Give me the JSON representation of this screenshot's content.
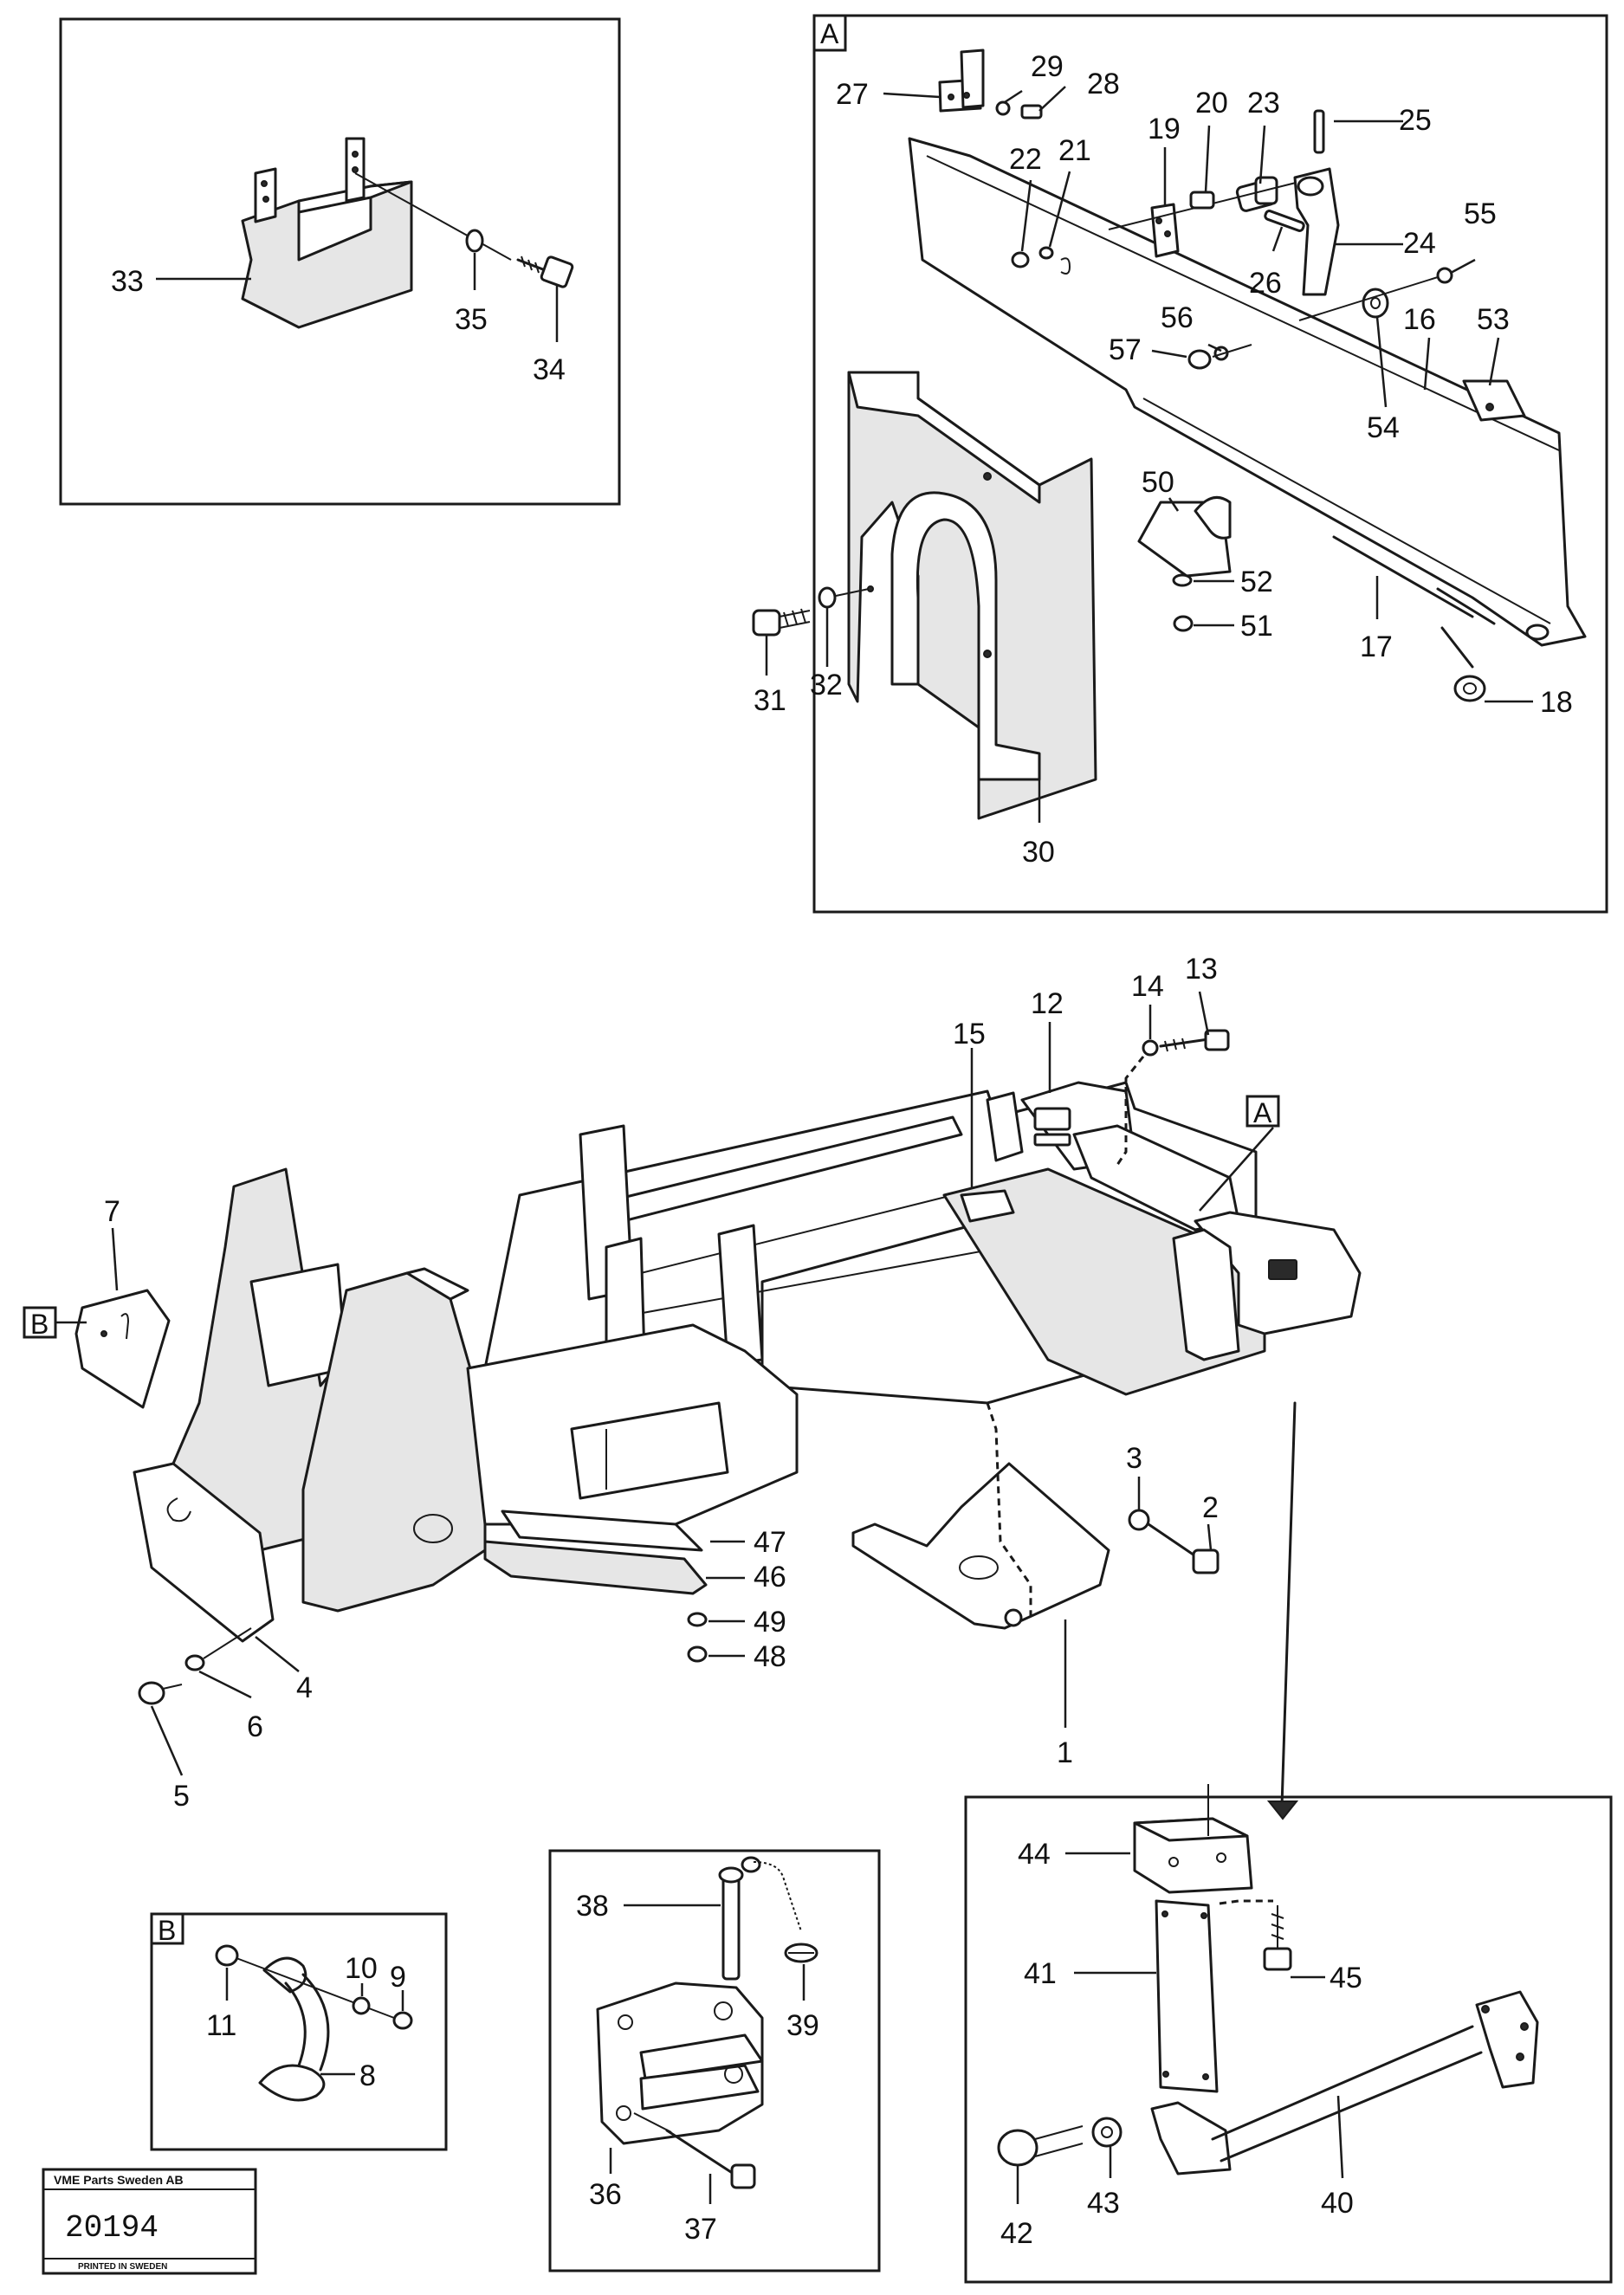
{
  "inset_tags": {
    "a_inset": "A",
    "a_main": "A",
    "b_inset": "B",
    "b_main": "B"
  },
  "callouts": {
    "c1": "1",
    "c2": "2",
    "c3": "3",
    "c4": "4",
    "c5": "5",
    "c6": "6",
    "c7": "7",
    "c8": "8",
    "c9": "9",
    "c10": "10",
    "c11": "11",
    "c12": "12",
    "c13": "13",
    "c14": "14",
    "c15": "15",
    "c16": "16",
    "c17": "17",
    "c18": "18",
    "c19": "19",
    "c20": "20",
    "c21": "21",
    "c22": "22",
    "c23": "23",
    "c24": "24",
    "c25": "25",
    "c26": "26",
    "c27": "27",
    "c28": "28",
    "c29": "29",
    "c30": "30",
    "c31": "31",
    "c32": "32",
    "c33": "33",
    "c34": "34",
    "c35": "35",
    "c36": "36",
    "c37": "37",
    "c38": "38",
    "c39": "39",
    "c40": "40",
    "c41": "41",
    "c42": "42",
    "c43": "43",
    "c44": "44",
    "c45": "45",
    "c46": "46",
    "c47": "47",
    "c48": "48",
    "c49": "49",
    "c50": "50",
    "c51": "51",
    "c52": "52",
    "c53": "53",
    "c54": "54",
    "c55": "55",
    "c56": "56",
    "c57": "57"
  },
  "stamp": {
    "company": "VME Parts Sweden AB",
    "drawing_number": "20194",
    "footer": "PRINTED IN SWEDEN"
  }
}
